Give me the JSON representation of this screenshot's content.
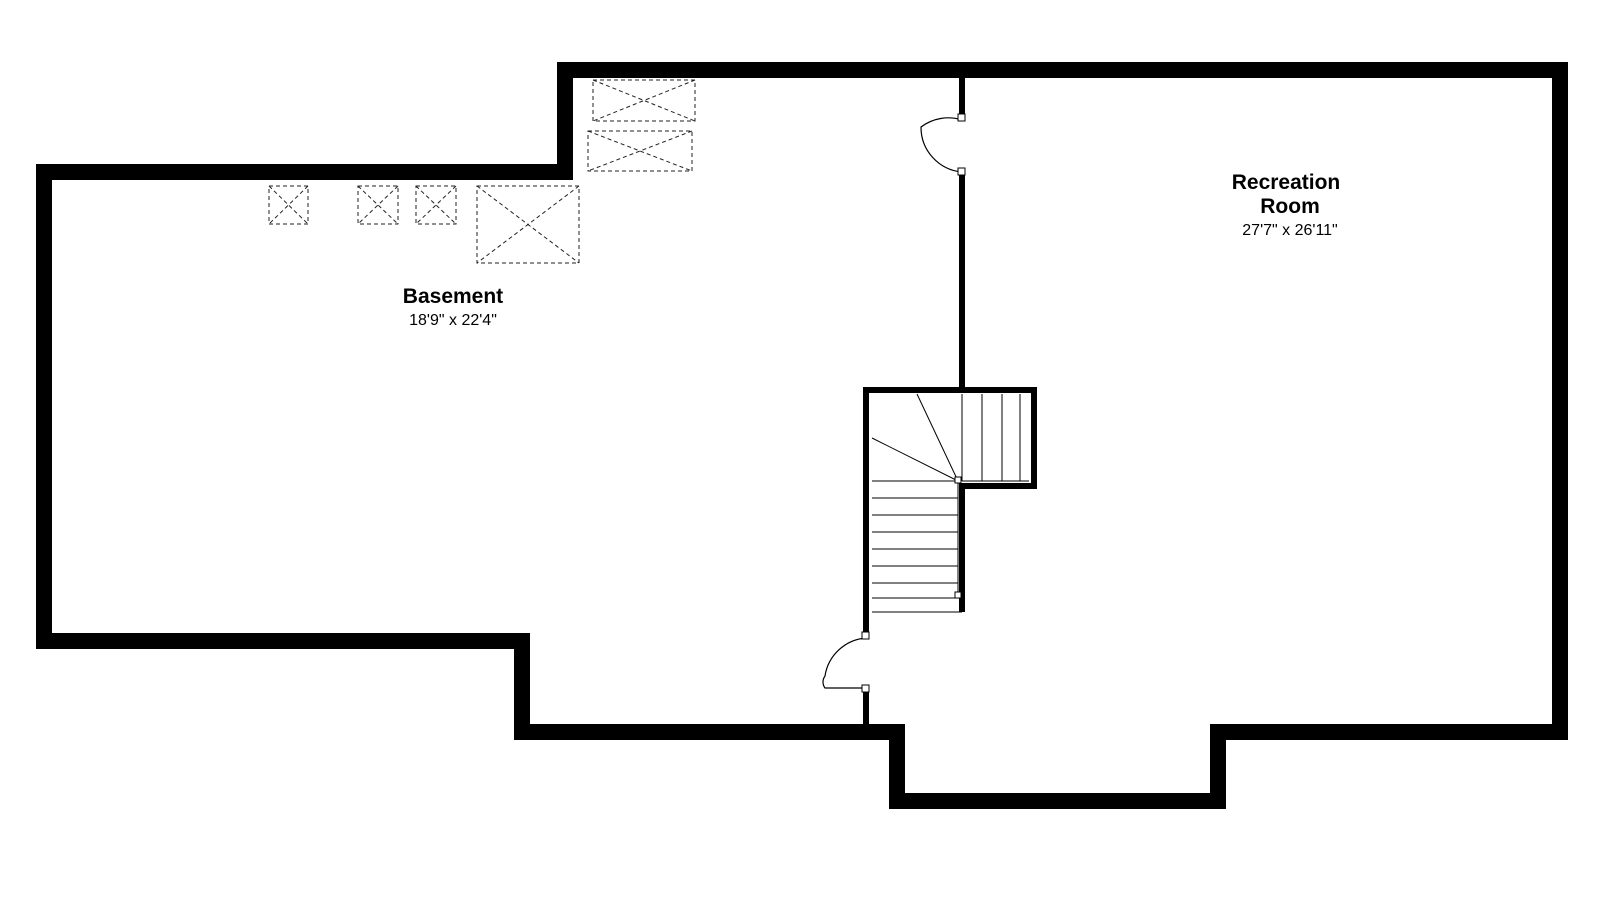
{
  "rooms": [
    {
      "name_lines": [
        "Basement"
      ],
      "dimensions": "18'9\" x 22'4\""
    },
    {
      "name_lines": [
        "Recreation",
        "Room"
      ],
      "dimensions": "27'7\" x 26'11\""
    }
  ],
  "colors": {
    "wall": "#000000",
    "background": "#ffffff"
  }
}
